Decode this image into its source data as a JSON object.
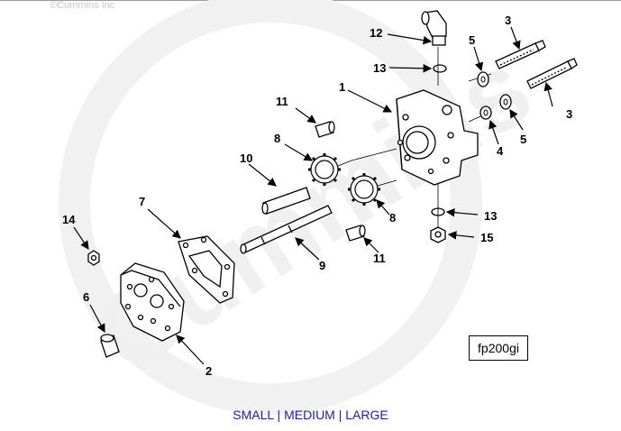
{
  "copyright": "©Cummins Inc",
  "watermark": "Cummins",
  "callouts": {
    "c1": "1",
    "c2": "2",
    "c3a": "3",
    "c3b": "3",
    "c4": "4",
    "c5a": "5",
    "c5b": "5",
    "c6": "6",
    "c7": "7",
    "c8a": "8",
    "c8b": "8",
    "c9": "9",
    "c10": "10",
    "c11a": "11",
    "c11b": "11",
    "c12": "12",
    "c13a": "13",
    "c13b": "13",
    "c14": "14",
    "c15": "15"
  },
  "figure_id": "fp200gi",
  "size_links": {
    "small": "SMALL",
    "medium": "MEDIUM",
    "large": "LARGE",
    "separator": "|"
  }
}
